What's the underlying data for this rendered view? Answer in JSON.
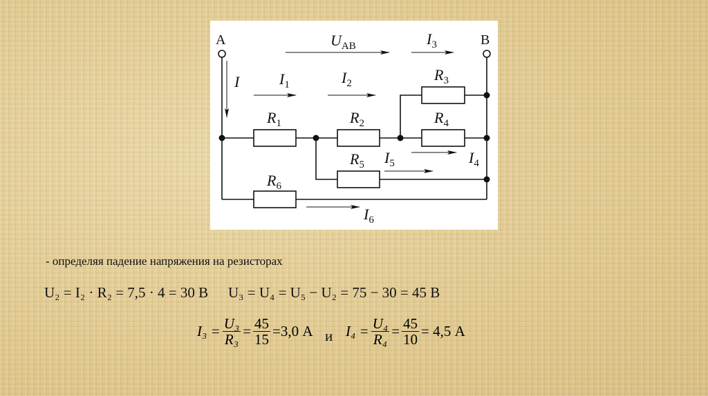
{
  "diagram": {
    "terminal_a": "A",
    "terminal_b": "B",
    "u_ab": {
      "sym": "U",
      "sub": "AB"
    },
    "currents": {
      "I": {
        "sym": "I",
        "sub": ""
      },
      "I1": {
        "sym": "I",
        "sub": "1"
      },
      "I2": {
        "sym": "I",
        "sub": "2"
      },
      "I3": {
        "sym": "I",
        "sub": "3"
      },
      "I4": {
        "sym": "I",
        "sub": "4"
      },
      "I5": {
        "sym": "I",
        "sub": "5"
      },
      "I6": {
        "sym": "I",
        "sub": "6"
      }
    },
    "resistors": {
      "R1": {
        "sym": "R",
        "sub": "1"
      },
      "R2": {
        "sym": "R",
        "sub": "2"
      },
      "R3": {
        "sym": "R",
        "sub": "3"
      },
      "R4": {
        "sym": "R",
        "sub": "4"
      },
      "R5": {
        "sym": "R",
        "sub": "5"
      },
      "R6": {
        "sym": "R",
        "sub": "6"
      }
    }
  },
  "text": {
    "intro": "- определяя падение напряжения на резисторах",
    "eq1": "U₂ = I₂ · R₂ = 7,5 · 4 = 30 В",
    "eq2": "U₃ = U₄ = U₅ − U₂ = 75 − 30 = 45 В",
    "eq3": {
      "lhs": "I₃ =",
      "num1": "U₃",
      "den1": "R₃",
      "eq": "=",
      "num2": "45",
      "den2": "15",
      "result": "=3,0 А"
    },
    "conj": "и",
    "eq4": {
      "lhs": "I₄ =",
      "num1": "U₄",
      "den1": "R₄",
      "eq": "=",
      "num2": "45",
      "den2": "10",
      "result": "= 4,5 А"
    }
  }
}
